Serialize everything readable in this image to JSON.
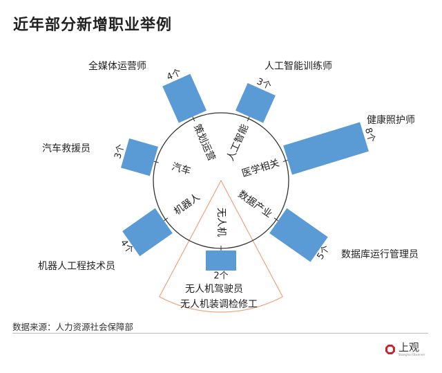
{
  "title": "近年部分新增职业举例",
  "bar_color": "#5b9bd5",
  "sector_color": "#f0a07a",
  "categories": [
    {
      "name": "策划运营",
      "count": 4,
      "count_label": "4个",
      "jobs": [
        "全媒体运营师"
      ]
    },
    {
      "name": "人工智能",
      "count": 3,
      "count_label": "3个",
      "jobs": [
        "人工智能训练师"
      ]
    },
    {
      "name": "医学相关",
      "count": 8,
      "count_label": "8个",
      "jobs": [
        "健康照护师"
      ]
    },
    {
      "name": "数据产业",
      "count": 5,
      "count_label": "5个",
      "jobs": [
        "数据库运行管理员"
      ]
    },
    {
      "name": "无人机",
      "count": 2,
      "count_label": "2个",
      "jobs": [
        "无人机驾驶员",
        "无人机装调检修工"
      ]
    },
    {
      "name": "机器人",
      "count": 4,
      "count_label": "4个",
      "jobs": [
        "机器人工程技术员"
      ]
    },
    {
      "name": "汽车",
      "count": 3,
      "count_label": "3个",
      "jobs": [
        "汽车救援员"
      ]
    }
  ],
  "source": "数据来源：人力资源社会保障部",
  "logo": {
    "text": "上观",
    "subtitle": "Shanghai Observer",
    "color": "#c0282d"
  }
}
